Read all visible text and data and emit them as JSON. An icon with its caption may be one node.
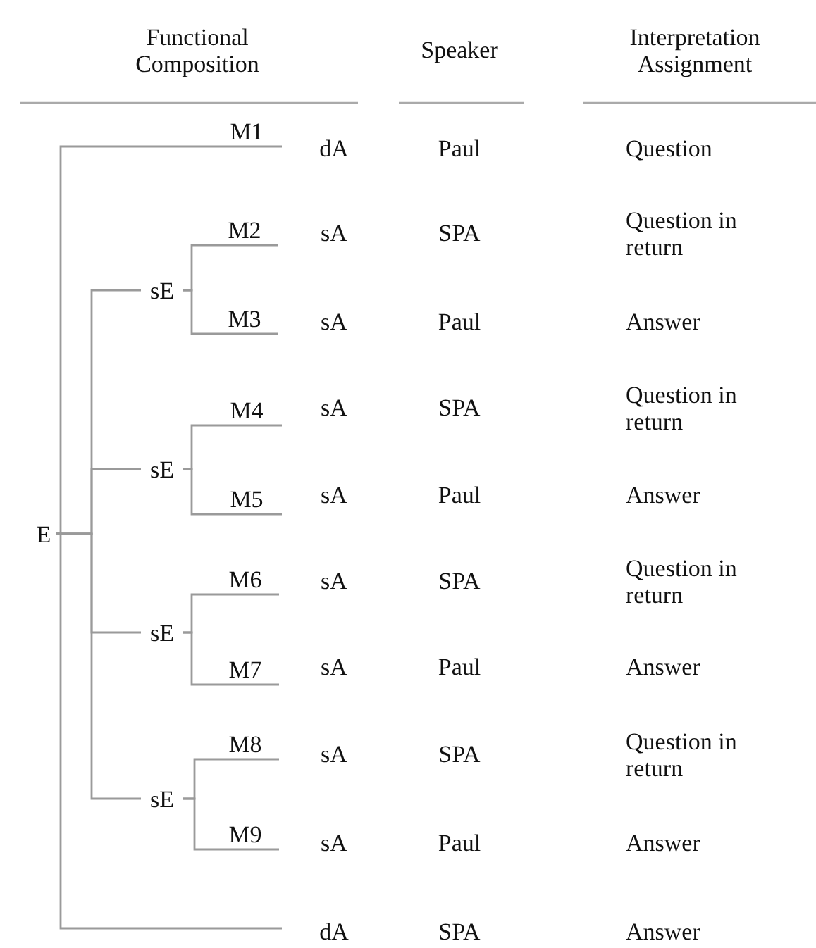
{
  "diagram": {
    "nodes": [
      {
        "text": [
          "M1"
        ]
      },
      {
        "text": [
          "M2"
        ]
      },
      {
        "text": [
          "sE"
        ]
      },
      {
        "text": [
          "M3"
        ]
      },
      {
        "text": [
          "M4"
        ]
      },
      {
        "text": [
          "sE"
        ]
      },
      {
        "text": [
          "M5"
        ]
      },
      {
        "text": [
          "E"
        ]
      },
      {
        "text": [
          "M6"
        ]
      },
      {
        "text": [
          "sE"
        ]
      },
      {
        "text": [
          "M7"
        ]
      },
      {
        "text": [
          "M8"
        ]
      },
      {
        "text": [
          "sE"
        ]
      },
      {
        "text": [
          "M9"
        ]
      }
    ],
    "edges": [
      {
        "from": 7,
        "to": 0,
        "arrow": "none"
      },
      {
        "from": 7,
        "to": 2,
        "arrow": "none"
      },
      {
        "from": 7,
        "to": 5,
        "arrow": "none"
      },
      {
        "from": 7,
        "to": 9,
        "arrow": "none"
      },
      {
        "from": 7,
        "to": 12,
        "arrow": "none"
      },
      {
        "from": 7,
        "to": null,
        "arrow": "none"
      },
      {
        "from": 2,
        "to": 1,
        "arrow": "none"
      },
      {
        "from": 2,
        "to": 3,
        "arrow": "none"
      },
      {
        "from": 5,
        "to": 4,
        "arrow": "none"
      },
      {
        "from": 5,
        "to": 6,
        "arrow": "none"
      },
      {
        "from": 9,
        "to": 8,
        "arrow": "none"
      },
      {
        "from": 9,
        "to": 10,
        "arrow": "none"
      },
      {
        "from": 12,
        "to": 11,
        "arrow": "none"
      },
      {
        "from": 12,
        "to": 13,
        "arrow": "none"
      }
    ],
    "labels": [
      "Functional Composition",
      "Speaker",
      "Interpretation Assignment",
      "dA",
      "Paul",
      "Question",
      "sA",
      "SPA",
      "Question in return",
      "sA",
      "Paul",
      "Answer",
      "sA",
      "SPA",
      "Question in return",
      "sA",
      "Paul",
      "Answer",
      "sA",
      "SPA",
      "Question in return",
      "sA",
      "Paul",
      "Answer",
      "sA",
      "SPA",
      "Question in return",
      "sA",
      "Paul",
      "Answer",
      "dA",
      "SPA",
      "Answer"
    ]
  }
}
